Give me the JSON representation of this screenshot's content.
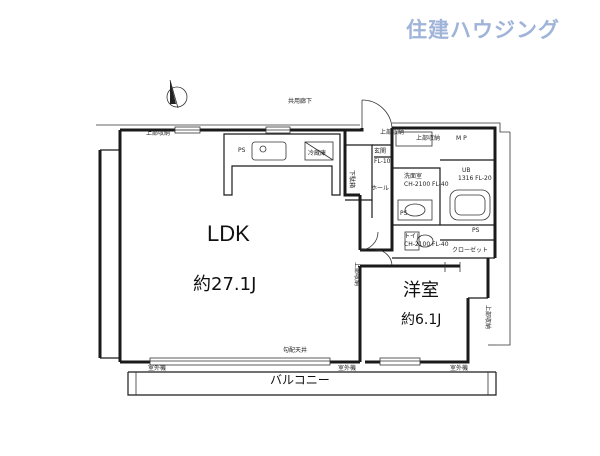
{
  "brand": {
    "logo_text": "住建ハウジング",
    "logo_color": "#9fb4d8"
  },
  "rooms": {
    "ldk_name": "LDK",
    "ldk_area": "約27.1J",
    "bedroom_name": "洋室",
    "bedroom_area": "約6.1J"
  },
  "balcony": {
    "label": "バルコニー"
  },
  "small_labels": {
    "corridor": "共用廊下",
    "entrance": "玄関",
    "entrance_fl": "FL-10",
    "hall": "ホール",
    "closet": "クローゼット",
    "washroom": "洗面室",
    "washroom_sub": "CH-2100 FL-40",
    "toilet": "トイレ",
    "toilet_sub": "CH-2100 FL-40",
    "bath": "UB",
    "bath_sub": "1316 FL-20",
    "mp": "M P",
    "ps1": "PS",
    "ps2": "PS",
    "ps3": "PS",
    "storage": "上部収納",
    "shoe": "下駄箱",
    "fridge": "冷蔵庫",
    "top_storage_left": "上部収納",
    "top_storage_right": "上部収納",
    "top_storage_mid": "上部収納",
    "top_storage_bed": "上部収納",
    "outdoor_left": "室外機",
    "outdoor_mid": "室外機",
    "outdoor_right": "室外機",
    "slope": "勾配天井"
  },
  "compass": {
    "icon": "north-arrow-icon"
  }
}
